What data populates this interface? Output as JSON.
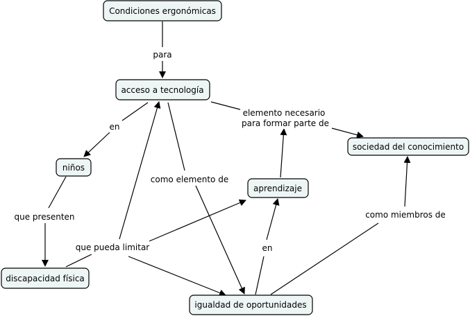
{
  "nodes": {
    "condiciones": "Condiciones ergonómicas",
    "acceso": "acceso a tecnología",
    "ninos": "niños",
    "discapacidad": "discapacidad física",
    "aprendizaje": "aprendizaje",
    "sociedad": "sociedad del conocimiento",
    "igualdad": "igualdad de oportunidades"
  },
  "links": {
    "para": "para",
    "en_1": "en",
    "elemento_necesario_1": "elemento necesario",
    "elemento_necesario_2": "para formar parte de",
    "que_presenten": "que presenten",
    "que_pueda_limitar": "que pueda limitar",
    "como_elemento_de": "como elemento de",
    "en_2": "en",
    "como_miembros_de": "como miembros de"
  }
}
